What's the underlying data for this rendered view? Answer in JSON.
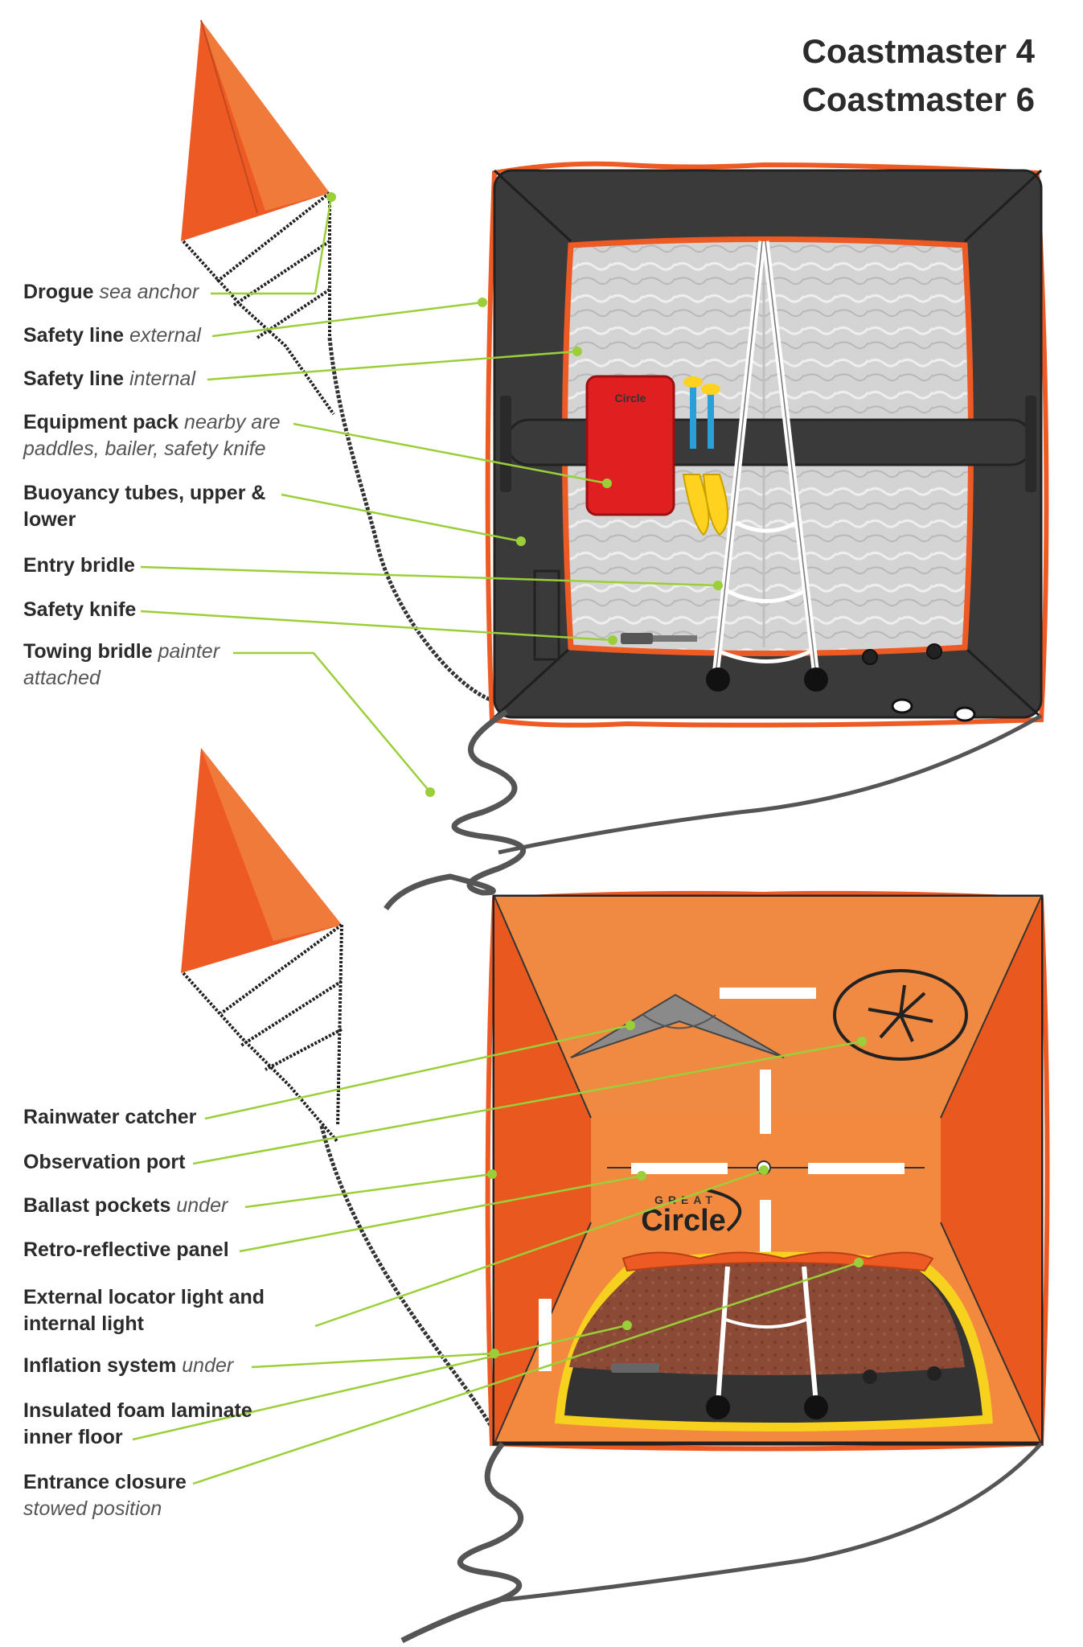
{
  "title": {
    "line1": "Coastmaster 4",
    "line2": "Coastmaster 6"
  },
  "upper_callouts": [
    {
      "name": "Drogue",
      "desc": "sea anchor"
    },
    {
      "name": "Safety line",
      "desc": "external"
    },
    {
      "name": "Safety line",
      "desc": "internal"
    },
    {
      "name": "Equipment pack",
      "desc": "nearby are",
      "desc2": "paddles, bailer, safety knife"
    },
    {
      "name": "Buoyancy tubes, upper &",
      "name2": "lower"
    },
    {
      "name": "Entry bridle"
    },
    {
      "name": "Safety knife"
    },
    {
      "name": "Towing bridle",
      "desc": "painter",
      "desc2": "attached"
    }
  ],
  "lower_callouts": [
    {
      "name": "Rainwater catcher"
    },
    {
      "name": "Observation port"
    },
    {
      "name": "Ballast pockets",
      "desc": "under"
    },
    {
      "name": "Retro-reflective panel"
    },
    {
      "name": "External locator light and",
      "name2": "internal light"
    },
    {
      "name": "Inflation system",
      "desc": "under"
    },
    {
      "name": "Insulated foam laminate",
      "name2": "inner floor"
    },
    {
      "name": "Entrance closure",
      "desc2": "stowed position"
    }
  ],
  "logo": {
    "top": "GREAT",
    "main": "Circle"
  },
  "colors": {
    "orange": "#ee5a24",
    "light_orange": "#f3893f",
    "dark": "#3a3a3a",
    "leader": "#9bcf3a",
    "foil": "#d8d8d8",
    "floor": "#8a4a35"
  }
}
